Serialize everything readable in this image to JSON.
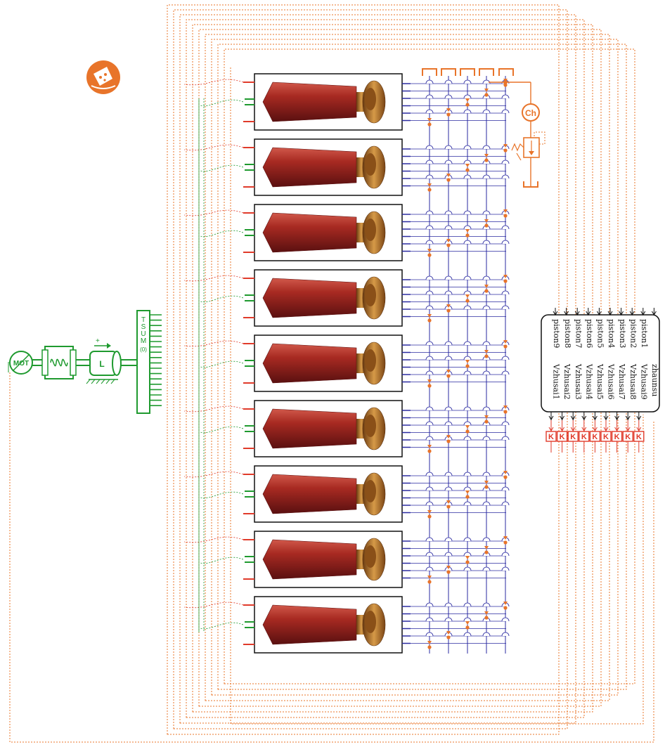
{
  "colors": {
    "hydraulic": "#e8742a",
    "mechanical": "#1f9a2f",
    "signal_red": "#e03a2a",
    "wire_blue": "#2a2aa0",
    "piston_body": "#a82a22",
    "piston_cap": "#c07a2a"
  },
  "icons": {
    "top_left": "hydraulic-fluid-properties-icon",
    "motor": "motor-icon",
    "chamber": "chamber-icon",
    "gain": "gain-icon"
  },
  "motor": {
    "label": "MOT"
  },
  "load": {
    "label": "L"
  },
  "sum": {
    "letters": [
      "T",
      "S",
      "U",
      "M"
    ],
    "value": "(0)"
  },
  "chamber": {
    "label": "Ch"
  },
  "supercomponent": {
    "ports": [
      "piston1",
      "piston2",
      "piston3",
      "piston4",
      "piston5",
      "piston6",
      "piston7",
      "piston8",
      "piston9",
      "zhaunsu",
      "Vzhusai9",
      "Vzhusai8",
      "Vzhusai7",
      "Vzhusai6",
      "Vzhusai5",
      "Vzhusai4",
      "Vzhusai3",
      "Vzhusai2",
      "Vzhusai1"
    ]
  },
  "gain": {
    "label": "K",
    "count": 9
  },
  "pistons": {
    "count": 9
  }
}
